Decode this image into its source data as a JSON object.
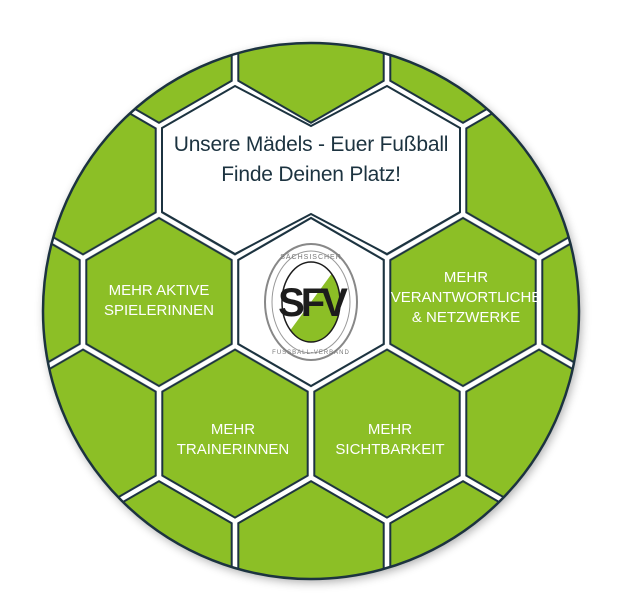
{
  "headline": {
    "line1": "Unsere Mädels - Euer Fußball",
    "line2": "Finde Deinen Platz!"
  },
  "logo": {
    "text_top": "SÄCHSISCHER",
    "text_bottom": "FUSSBALL-VERBAND",
    "monogram": "SFV"
  },
  "goals": [
    {
      "line1": "MEHR AKTIVE",
      "line2": "SPIELERINNEN"
    },
    {
      "line1": "MEHR",
      "line2": "VERANTWORTLICHE",
      "line3": "& NETZWERKE"
    },
    {
      "line1": "MEHR",
      "line2": "TRAINERINNEN"
    },
    {
      "line1": "MEHR",
      "line2": "SICHTBARKEIT"
    }
  ],
  "colors": {
    "green": "#8cbf26",
    "outline": "#1c3340",
    "white": "#ffffff"
  }
}
